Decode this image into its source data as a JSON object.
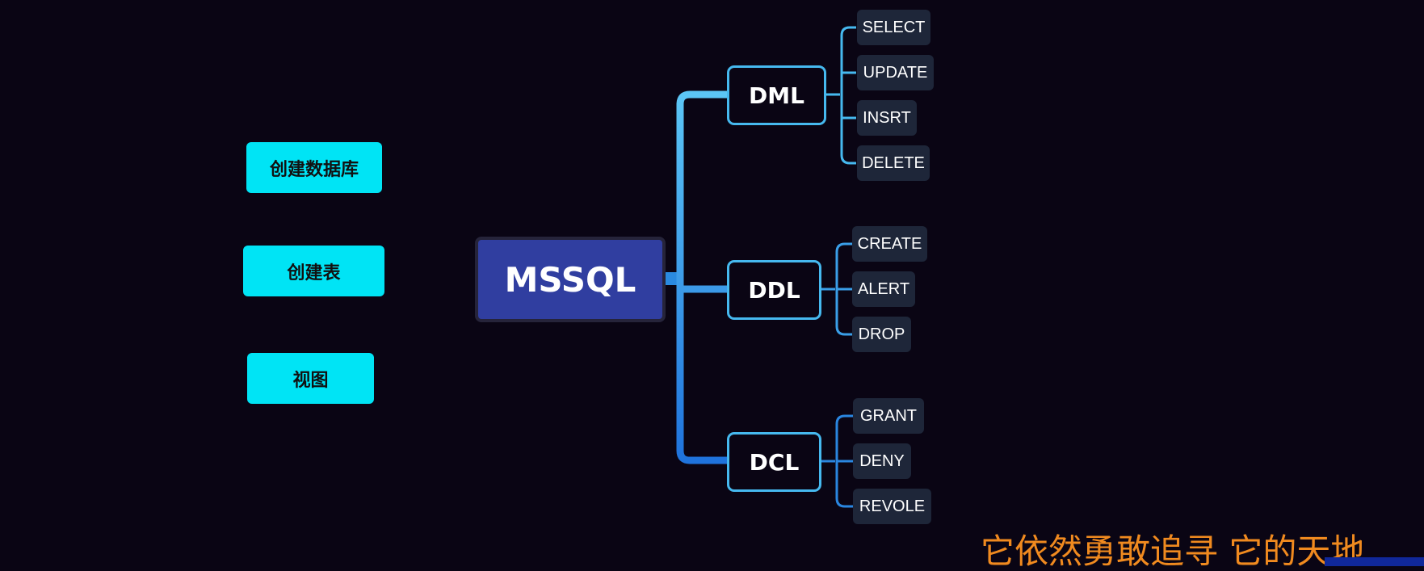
{
  "side_nodes": {
    "create_database": "创建数据库",
    "create_table": "创建表",
    "view": "视图"
  },
  "root": {
    "label": "MSSQL"
  },
  "branches": {
    "dml": {
      "label": "DML",
      "children": [
        "SELECT",
        "UPDATE",
        "INSRT",
        "DELETE"
      ]
    },
    "ddl": {
      "label": "DDL",
      "children": [
        "CREATE",
        "ALERT",
        "DROP"
      ]
    },
    "dcl": {
      "label": "DCL",
      "children": [
        "GRANT",
        "DENY",
        "REVOLE"
      ]
    }
  },
  "caption": "它依然勇敢追寻 它的天地",
  "colors": {
    "background": "#0a0514",
    "side_node": "#00e4f5",
    "root_fill": "#303ea0",
    "branch_border": "#46b9ef",
    "leaf_fill": "#1e2639",
    "caption": "#f08a1f"
  }
}
